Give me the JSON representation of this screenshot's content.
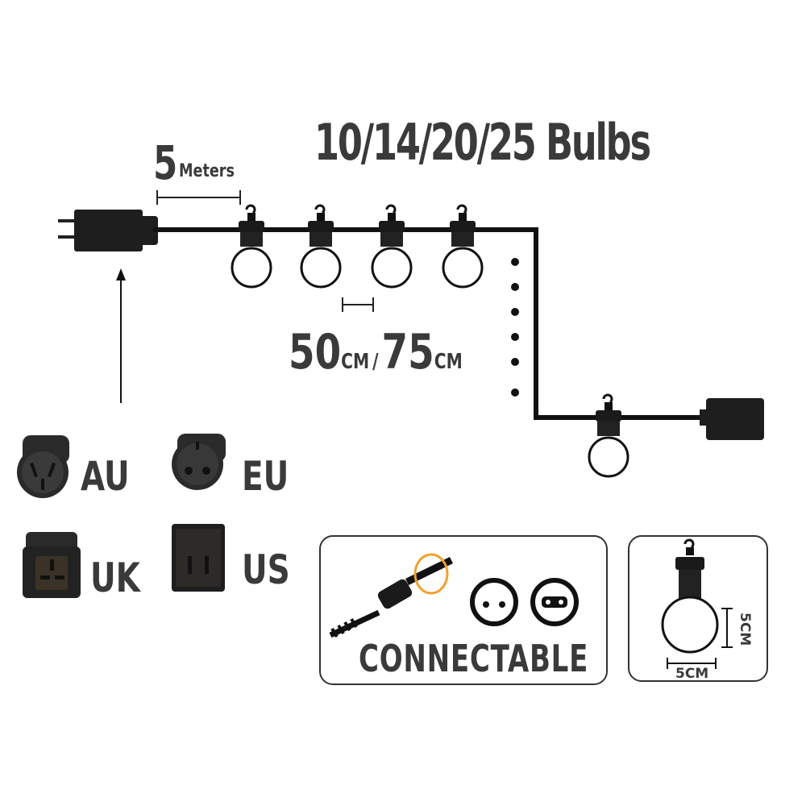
{
  "title": "10/14/20/25 Bulbs",
  "lead_length": {
    "value": "5",
    "unit": "Meters"
  },
  "spacing": {
    "first": "50",
    "first_unit": "CM",
    "separator": "/",
    "second": "75",
    "second_unit": "CM"
  },
  "plugs": [
    {
      "label": "AU"
    },
    {
      "label": "EU"
    },
    {
      "label": "UK"
    },
    {
      "label": "US"
    }
  ],
  "connectable_label": "CONNECTABLE",
  "bulb_size": {
    "height": "5CM",
    "width": "5CM"
  },
  "colors": {
    "line": "#111111",
    "text": "#3a3a3a",
    "accent": "#f0a030",
    "plug_body": "#2a2a2a"
  }
}
